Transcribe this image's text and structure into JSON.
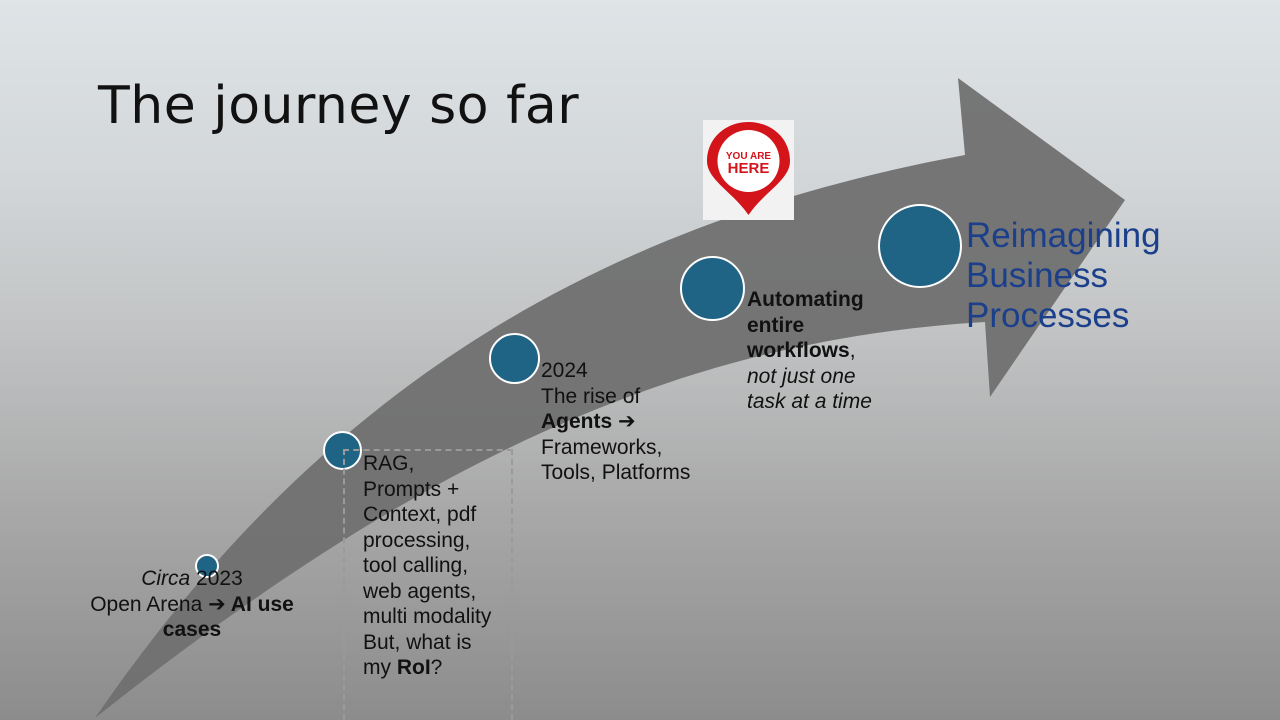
{
  "title": "The journey so far",
  "colors": {
    "arrow": "#707070",
    "node_fill": "#1f6385",
    "node_border": "#ffffff",
    "accent_text": "#1b3f8b",
    "pin": "#d4141b"
  },
  "pin": {
    "line1": "YOU ARE",
    "line2": "HERE",
    "icon": "location-pin-icon"
  },
  "stages": [
    {
      "lines": [
        [
          {
            "t": "Circa",
            "i": true
          },
          {
            "t": " 2023"
          }
        ],
        [
          {
            "t": "Open Arena "
          },
          {
            "t": "➔ AI use",
            "b": true
          }
        ],
        [
          {
            "t": "cases",
            "b": true
          }
        ]
      ]
    },
    {
      "lines": [
        [
          {
            "t": "RAG,"
          }
        ],
        [
          {
            "t": "Prompts +"
          }
        ],
        [
          {
            "t": "Context, pdf"
          }
        ],
        [
          {
            "t": "processing,"
          }
        ],
        [
          {
            "t": "tool calling,"
          }
        ],
        [
          {
            "t": "web agents,"
          }
        ],
        [
          {
            "t": "multi modality"
          }
        ],
        [
          {
            "t": "But, what is"
          }
        ],
        [
          {
            "t": "my "
          },
          {
            "t": "RoI",
            "b": true
          },
          {
            "t": "?"
          }
        ]
      ]
    },
    {
      "lines": [
        [
          {
            "t": "2024"
          }
        ],
        [
          {
            "t": "The rise of"
          }
        ],
        [
          {
            "t": "Agents ➔",
            "b": true
          }
        ],
        [
          {
            "t": "Frameworks,"
          }
        ],
        [
          {
            "t": "Tools, Platforms"
          }
        ]
      ]
    },
    {
      "lines": [
        [
          {
            "t": "Automating",
            "b": true
          }
        ],
        [
          {
            "t": "entire",
            "b": true
          }
        ],
        [
          {
            "t": "workflows",
            "b": true
          },
          {
            "t": ","
          }
        ],
        [
          {
            "t": "not just one",
            "i": true
          }
        ],
        [
          {
            "t": "task at a time",
            "i": true
          }
        ]
      ]
    },
    {
      "lines": [
        [
          {
            "t": "Reimagining"
          }
        ],
        [
          {
            "t": "Business"
          }
        ],
        [
          {
            "t": "Processes"
          }
        ]
      ]
    }
  ]
}
